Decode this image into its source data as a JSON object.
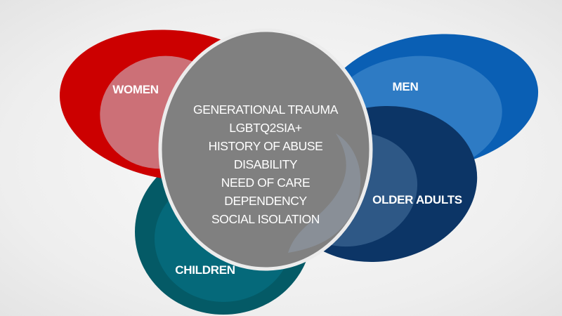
{
  "groups": {
    "women": {
      "label": "WOMEN",
      "color": "#cc0000",
      "inner_color": "#cc7077"
    },
    "men": {
      "label": "MEN",
      "color": "#0a5fb4",
      "inner_color": "#2e7bc4"
    },
    "older_adults": {
      "label": "OLDER ADULTS",
      "color": "#0c3566",
      "inner_color": "#2e5886"
    },
    "children": {
      "label": "CHILDREN",
      "color": "#045a66",
      "inner_color": "#05697a"
    }
  },
  "center": {
    "color": "#808080",
    "factors": [
      "GENERATIONAL TRAUMA",
      "LGBTQ2SIA+",
      "HISTORY OF ABUSE",
      "DISABILITY",
      "NEED OF CARE",
      "DEPENDENCY",
      "SOCIAL ISOLATION"
    ]
  }
}
